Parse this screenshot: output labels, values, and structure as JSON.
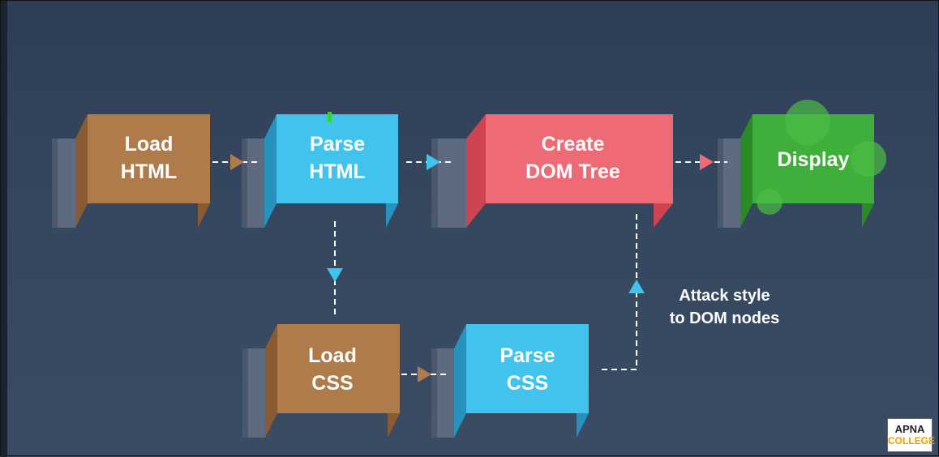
{
  "nodes": {
    "load_html": {
      "line1": "Load",
      "line2": "HTML",
      "color": "#b07b4a"
    },
    "parse_html": {
      "line1": "Parse",
      "line2": "HTML",
      "color": "#41c3ed"
    },
    "create_dom": {
      "line1": "Create",
      "line2": "DOM Tree",
      "color": "#ee6a74"
    },
    "display": {
      "line1": "Display",
      "color": "#3fae3a"
    },
    "load_css": {
      "line1": "Load",
      "line2": "CSS",
      "color": "#b07b4a"
    },
    "parse_css": {
      "line1": "Parse",
      "line2": "CSS",
      "color": "#41c3ed"
    }
  },
  "caption": {
    "line1": "Attack style",
    "line2": "to DOM nodes"
  },
  "logo": {
    "line1": "APNA",
    "line2": "COLLEGE"
  }
}
